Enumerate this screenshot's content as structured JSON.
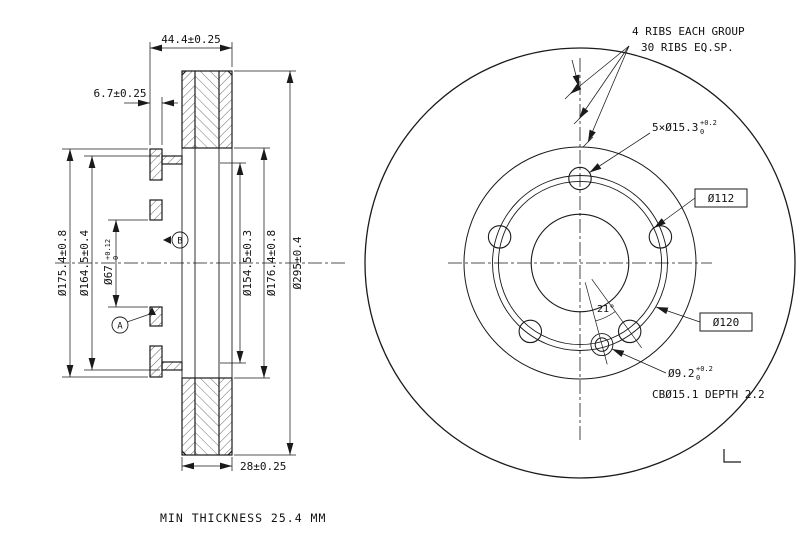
{
  "section": {
    "dim_total_width": "44.4±0.25",
    "dim_flange_thickness": "6.7±0.25",
    "dim_flange_od": "Ø175.4±0.8",
    "dim_hat_od": "Ø164.5±0.4",
    "bore": "Ø67",
    "bore_tol_up": "+0.12",
    "bore_tol_dn": "0",
    "dim_inner_contact": "Ø154.5±0.3",
    "dim_friction_id": "Ø176.4±0.8",
    "dim_outer_diameter": "Ø295±0.4",
    "dim_ring_width": "28±0.25",
    "datum_a": "A",
    "datum_b": "B"
  },
  "front": {
    "note_ribs_1": "4 RIBS EACH GROUP",
    "note_ribs_2": "30 RIBS EQ.SP.",
    "bolt_holes": "5×Ø15.3",
    "bolt_tol_up": "+0.2",
    "bolt_tol_dn": "0",
    "pcd_112": "Ø112",
    "pcd_120": "Ø120",
    "angle": "21°",
    "small_hole": "Ø9.2",
    "hole_tol_up": "+0.2",
    "hole_tol_dn": "0",
    "counterbore": "CBØ15.1 DEPTH 2.2"
  },
  "footer": {
    "min_thickness": "MIN THICKNESS 25.4 MM"
  },
  "colors": {
    "line": "#1a1a1a",
    "background": "#ffffff"
  }
}
